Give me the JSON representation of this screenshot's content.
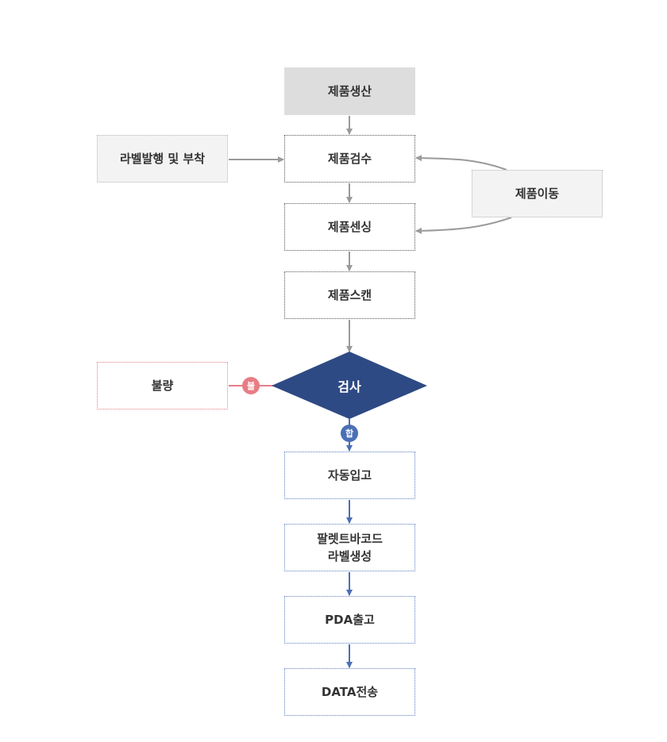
{
  "nodes": {
    "production": "제품생산",
    "inspection_receive": "제품검수",
    "label_issue_attach": "라벨발행 및 부착",
    "sensing": "제품센싱",
    "product_move": "제품이동",
    "scan": "제품스캔",
    "check": "검사",
    "defective": "불량",
    "auto_warehousing": "자동입고",
    "pallet_barcode_label": "팔렛트바코드\n라벨생성",
    "pda_shipping": "PDA출고",
    "data_transfer": "DATA전송"
  },
  "badges": {
    "fail": "불",
    "pass": "합"
  },
  "colors": {
    "gray_box": "#dddddd",
    "soft_gray_box": "#f3f3f3",
    "gray_line": "#9a9a9a",
    "diamond": "#2e4a84",
    "blue_line": "#4a6fb5",
    "fail_red": "#e77d84",
    "pass_blue": "#4a6fb5",
    "text_dark": "#333333"
  }
}
